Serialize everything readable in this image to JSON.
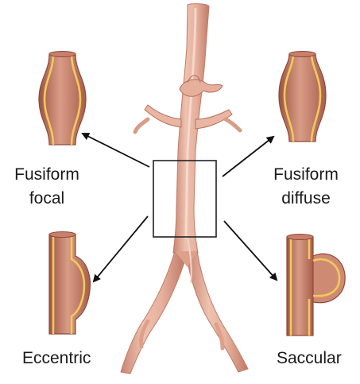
{
  "labels": {
    "fusiform_focal": "Fusiform\nfocal",
    "fusiform_diffuse": "Fusiform\ndiffuse",
    "eccentric": "Eccentric",
    "saccular": "Saccular"
  },
  "colors": {
    "vessel_wall": "#b86e5a",
    "vessel_wall_dark": "#8f4a3a",
    "vessel_lining": "#f0c95a",
    "aorta_light": "#eec2b0",
    "aorta_mid": "#dea08a",
    "aorta_shadow": "#c98471",
    "arrow": "#111111",
    "frame": "#222222"
  },
  "icons": {
    "vessel_fusiform_focal": "vessel-fusiform-focal-icon",
    "vessel_fusiform_diffuse": "vessel-fusiform-diffuse-icon",
    "vessel_eccentric": "vessel-eccentric-icon",
    "vessel_saccular": "vessel-saccular-icon",
    "aorta": "aorta-illustration"
  }
}
